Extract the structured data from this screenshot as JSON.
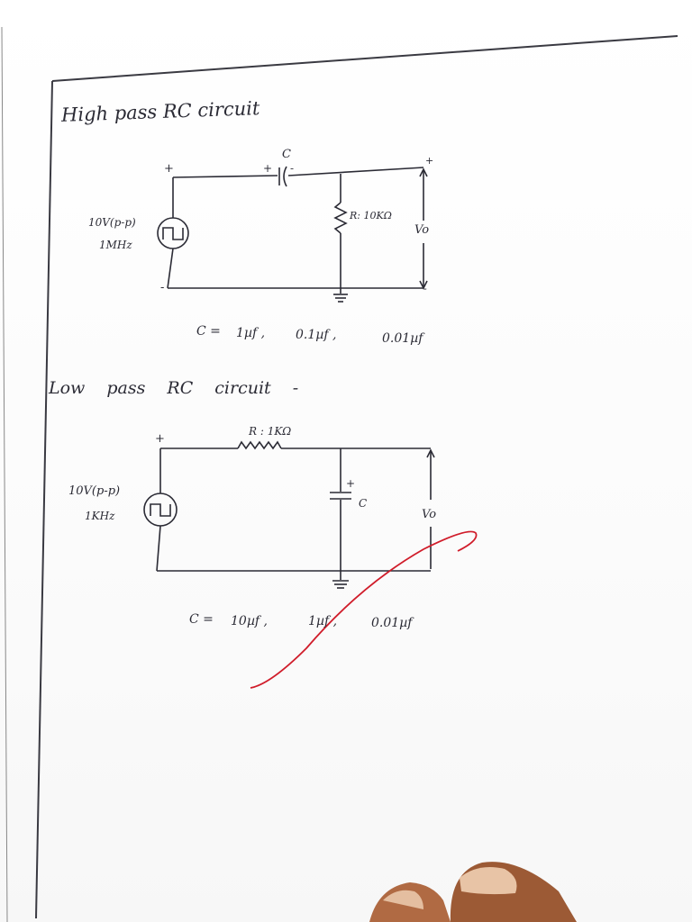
{
  "high_pass": {
    "title": "High pass RC circuit",
    "capacitor_label": "C",
    "cap_plus": "+",
    "cap_minus": "-",
    "input_plus": "+",
    "input_minus": "-",
    "source_voltage": "10V(p-p)",
    "source_freq": "1MHz",
    "resistor_label": "R: 10KΩ",
    "output_label": "Vo",
    "out_plus": "+",
    "out_minus": "-",
    "values_prefix": "C =",
    "values": [
      "1µf ,",
      "0.1µf ,",
      "0.01µf"
    ]
  },
  "low_pass": {
    "title": "Low pass RC circuit -",
    "resistor_label": "R : 1KΩ",
    "input_plus": "+",
    "source_voltage": "10V(p-p)",
    "source_freq": "1KHz",
    "capacitor_label": "C",
    "cap_plus": "+",
    "output_label": "Vo",
    "values_prefix": "C =",
    "values": [
      "10µf ,",
      "1µf ,",
      "0.01µf"
    ]
  },
  "colors": {
    "ink": "#2b2b35",
    "red_mark": "#d01c2a",
    "paper": "#ffffff",
    "margin_line": "#3a3a42"
  }
}
